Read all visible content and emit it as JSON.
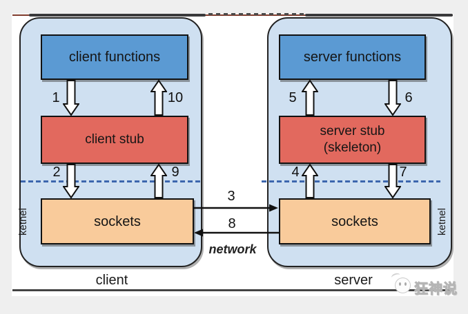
{
  "diagram": {
    "client": {
      "functions_label": "client functions",
      "stub_label": "client stub",
      "sockets_label": "sockets",
      "kernel_label": "ketnel",
      "caption": "client"
    },
    "server": {
      "functions_label": "server functions",
      "stub_label_line1": "server stub",
      "stub_label_line2": "(skeleton)",
      "sockets_label": "sockets",
      "kernel_label": "ketnel",
      "caption": "server"
    },
    "steps": {
      "s1": "1",
      "s2": "2",
      "s3": "3",
      "s4": "4",
      "s5": "5",
      "s6": "6",
      "s7": "7",
      "s8": "8",
      "s9": "9",
      "s10": "10"
    },
    "network_label": "network",
    "colors": {
      "functions_box": "#5b9ad3",
      "stub_box": "#e2695e",
      "sockets_box": "#f9cb9b",
      "panel_fill": "#cfe0f1",
      "dashed_line": "#3c66ae",
      "background": "#efefef"
    }
  },
  "watermark": {
    "text": "狂神说"
  }
}
